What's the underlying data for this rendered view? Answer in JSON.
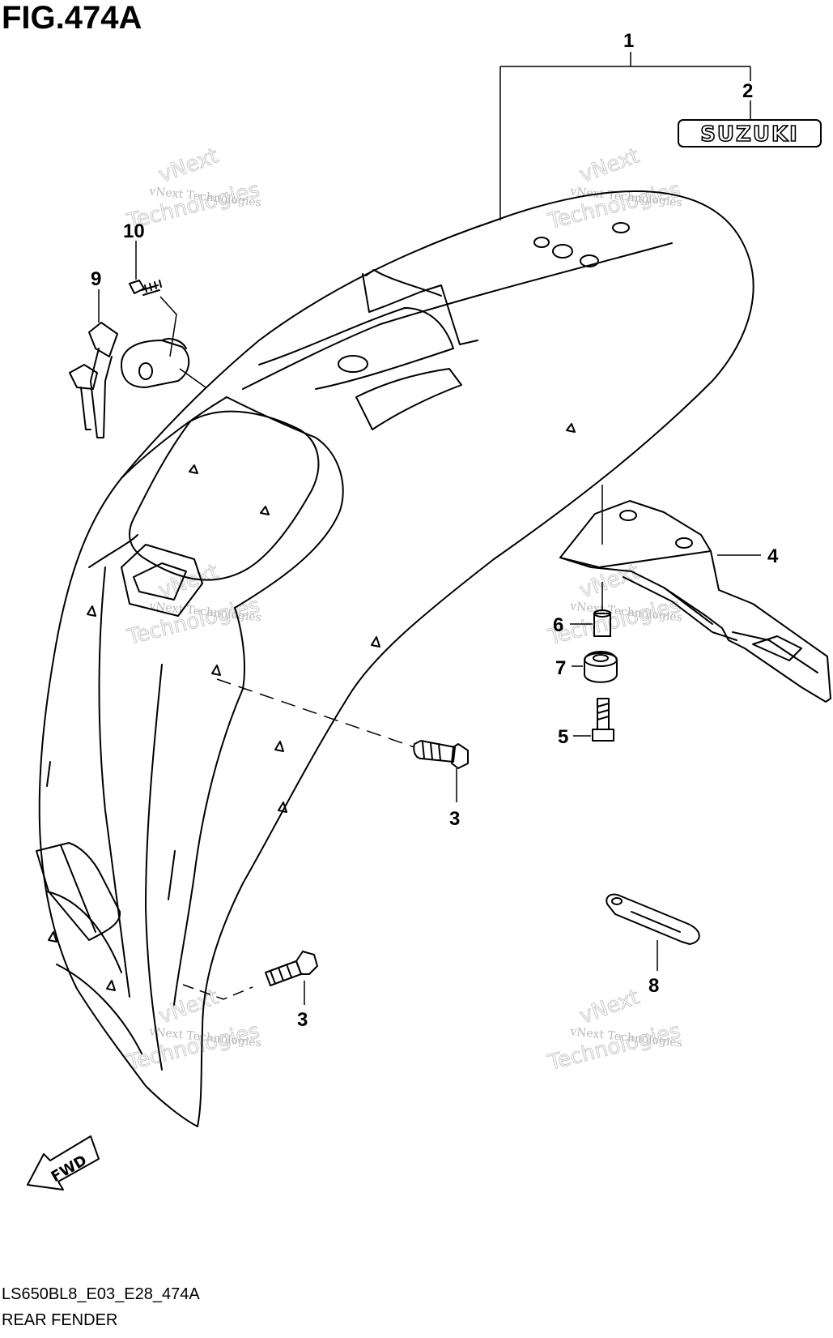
{
  "figure": {
    "title": "FIG.474A"
  },
  "footer": {
    "code": "LS650BL8_E03_E28_474A",
    "name": "REAR FENDER"
  },
  "badge": {
    "text": "SUZUKI"
  },
  "fwd": {
    "text": "FWD"
  },
  "watermark": {
    "line1": "vNext Technologies",
    "line2": "Technologies",
    "line3": "vNext"
  },
  "callouts": {
    "c1": "1",
    "c2": "2",
    "c3a": "3",
    "c3b": "3",
    "c4": "4",
    "c5": "5",
    "c6": "6",
    "c7": "7",
    "c8": "8",
    "c9": "9",
    "c10": "10"
  }
}
